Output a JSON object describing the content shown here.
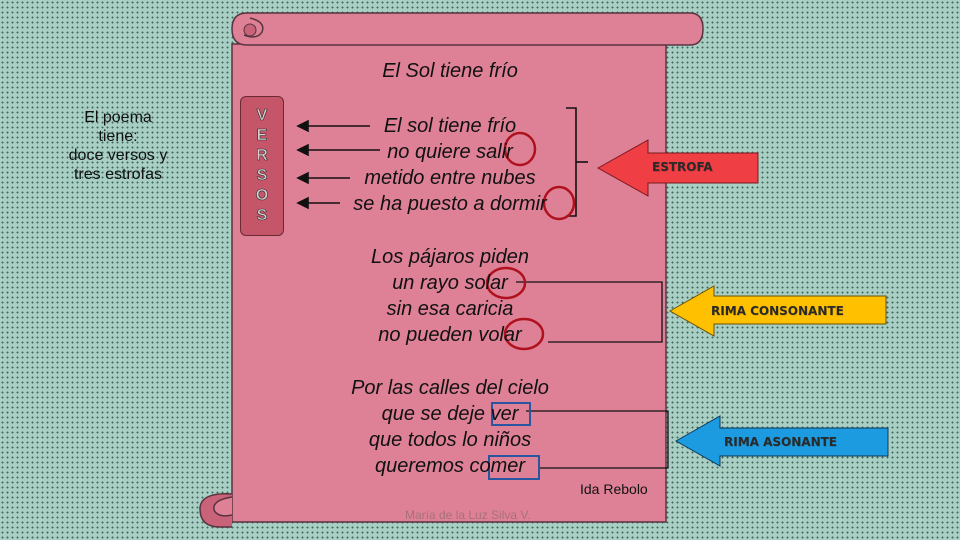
{
  "side_note": {
    "lines": [
      "El poema",
      "tiene:",
      "doce versos y",
      "tres estrofas"
    ]
  },
  "poem": {
    "title": "El Sol tiene frío",
    "stanzas": [
      [
        "El sol tiene frío",
        "no quiere salir",
        "metido entre nubes",
        "se ha puesto a dormir"
      ],
      [
        "Los pájaros piden",
        "un rayo solar",
        "sin esa caricia",
        "no pueden volar"
      ],
      [
        "Por las calles del cielo",
        "que se deje ver",
        "que todos lo niños",
        "queremos comer"
      ]
    ],
    "author": "Ida Rebolo"
  },
  "versos_letters": [
    "V",
    "E",
    "R",
    "S",
    "O",
    "S"
  ],
  "labels": {
    "estrofa": "ESTROFA",
    "rima_consonante": "RIMA CONSONANTE",
    "rima_asonante": "RIMA ASONANTE"
  },
  "credit": "María de la Luz Silva V.",
  "colors": {
    "background": "#a9cfc4",
    "scroll": "#de8196",
    "estrofa_arrow": "#ef3e44",
    "consonante_arrow": "#ffc000",
    "asonante_arrow": "#1c9be0",
    "circle_marker": "#b0111e",
    "box_marker": "#2a55a0"
  }
}
